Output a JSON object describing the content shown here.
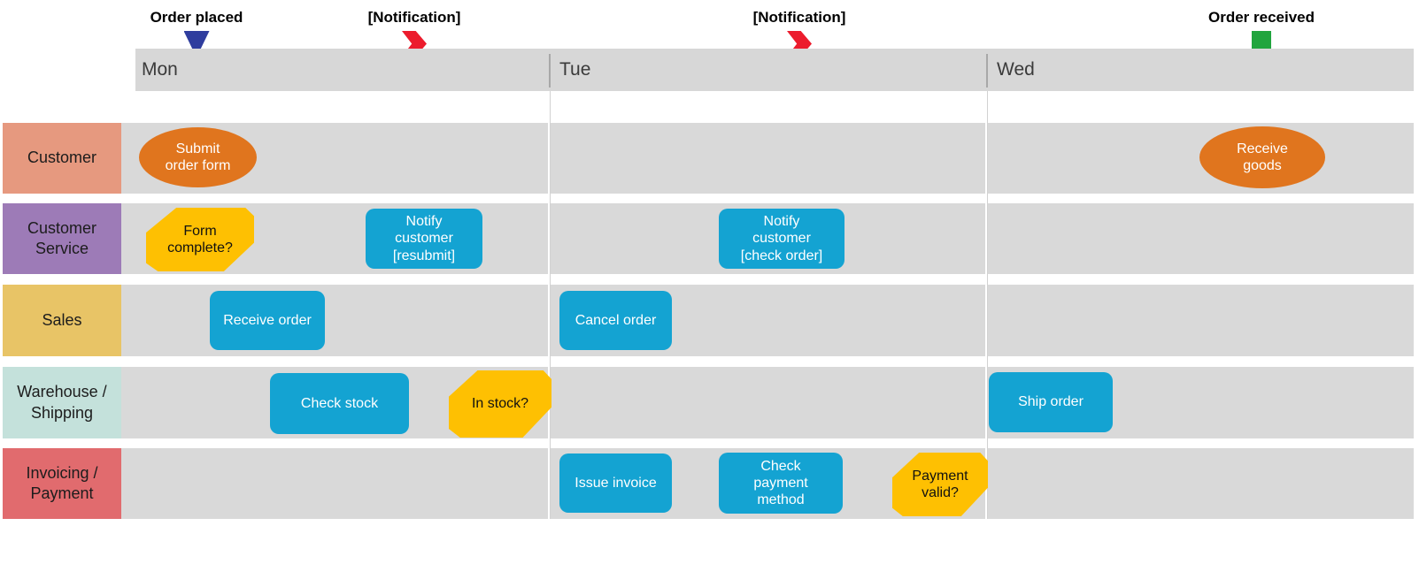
{
  "milestones": [
    {
      "id": "order-placed",
      "label": "Order placed",
      "marker": "triangle-down-icon",
      "color": "#2f3d9e"
    },
    {
      "id": "notification-1",
      "label": "[Notification]",
      "marker": "chevron-right-icon",
      "color": "#ec1c2d"
    },
    {
      "id": "notification-2",
      "label": "[Notification]",
      "marker": "chevron-right-icon",
      "color": "#ec1c2d"
    },
    {
      "id": "order-received",
      "label": "Order received",
      "marker": "square-icon",
      "color": "#21a53e"
    }
  ],
  "timeline_days": [
    {
      "label": "Mon"
    },
    {
      "label": "Tue"
    },
    {
      "label": "Wed"
    }
  ],
  "lanes": [
    {
      "label": "Customer",
      "color": "#e6997f"
    },
    {
      "label": "Customer Service",
      "color": "#9d7bb7"
    },
    {
      "label": "Sales",
      "color": "#e8c466"
    },
    {
      "label": "Warehouse / Shipping",
      "color": "#c4e1db"
    },
    {
      "label": "Invoicing / Payment",
      "color": "#e16b6e"
    }
  ],
  "tasks": [
    {
      "label": "Submit\norder form",
      "shape": "ellipse",
      "lane": "Customer",
      "day": "Mon",
      "color": "#e0751e"
    },
    {
      "label": "Receive\ngoods",
      "shape": "ellipse",
      "lane": "Customer",
      "day": "Wed",
      "color": "#e0751e"
    },
    {
      "label": "Form\ncomplete?",
      "shape": "decision",
      "lane": "Customer Service",
      "day": "Mon",
      "color": "#fec002"
    },
    {
      "label": "Notify\ncustomer\n[resubmit]",
      "shape": "process",
      "lane": "Customer Service",
      "day": "Mon",
      "color": "#14a3d2"
    },
    {
      "label": "Notify\ncustomer\n[check order]",
      "shape": "process",
      "lane": "Customer Service",
      "day": "Tue",
      "color": "#14a3d2"
    },
    {
      "label": "Receive order",
      "shape": "process",
      "lane": "Sales",
      "day": "Mon",
      "color": "#14a3d2"
    },
    {
      "label": "Cancel order",
      "shape": "process",
      "lane": "Sales",
      "day": "Tue",
      "color": "#14a3d2"
    },
    {
      "label": "Check stock",
      "shape": "process",
      "lane": "Warehouse / Shipping",
      "day": "Mon",
      "color": "#14a3d2"
    },
    {
      "label": "In stock?",
      "shape": "decision",
      "lane": "Warehouse / Shipping",
      "day": "Mon",
      "color": "#fec002"
    },
    {
      "label": "Ship order",
      "shape": "process",
      "lane": "Warehouse / Shipping",
      "day": "Wed",
      "color": "#14a3d2"
    },
    {
      "label": "Issue invoice",
      "shape": "process",
      "lane": "Invoicing / Payment",
      "day": "Tue",
      "color": "#14a3d2"
    },
    {
      "label": "Check\npayment\nmethod",
      "shape": "process",
      "lane": "Invoicing / Payment",
      "day": "Tue",
      "color": "#14a3d2"
    },
    {
      "label": "Payment\nvalid?",
      "shape": "decision",
      "lane": "Invoicing / Payment",
      "day": "Tue",
      "color": "#fec002"
    }
  ],
  "colors": {
    "lane_background": "#d9d9d9",
    "header_background": "#d7d7d7",
    "process_blue": "#14a3d2",
    "terminator_orange": "#e0751e",
    "decision_yellow": "#fec002",
    "milestone_triangle_blue": "#2f3d9e",
    "milestone_chevron_red": "#ec1c2d",
    "milestone_square_green": "#21a53e"
  }
}
